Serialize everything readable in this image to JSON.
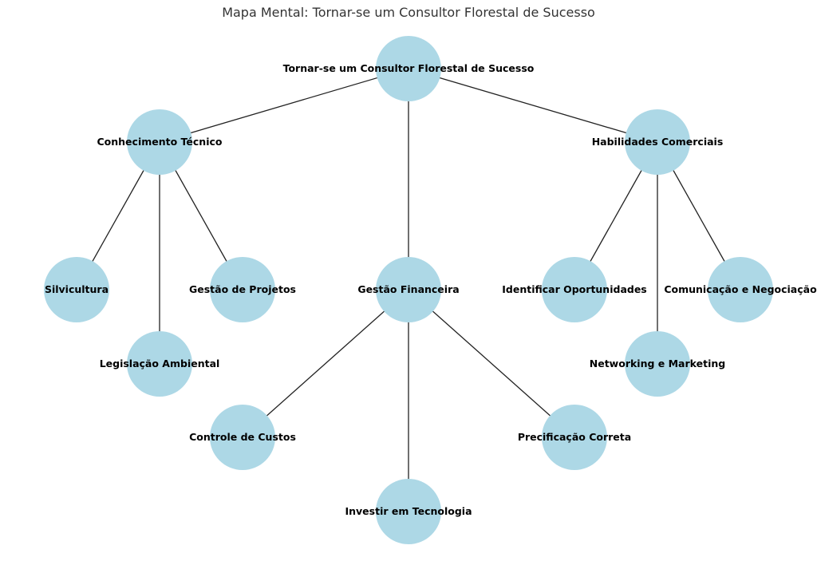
{
  "title": "Mapa Mental: Tornar-se um Consultor Florestal de Sucesso",
  "colors": {
    "node_fill": "#add8e6",
    "edge": "#222222",
    "text": "#000000"
  },
  "nodes": {
    "root": "Tornar-se um Consultor Florestal de Sucesso",
    "conhecimento": "Conhecimento Técnico",
    "financeira": "Gestão Financeira",
    "comerciais": "Habilidades Comerciais",
    "silvicultura": "Silvicultura",
    "legislacao": "Legislação Ambiental",
    "projetos": "Gestão de Projetos",
    "custos": "Controle de Custos",
    "tecnologia": "Investir em Tecnologia",
    "precificacao": "Precificação Correta",
    "oportunidades": "Identificar Oportunidades",
    "networking": "Networking e Marketing",
    "comunicacao": "Comunicação e Negociação"
  },
  "edges": [
    [
      "root",
      "conhecimento"
    ],
    [
      "root",
      "financeira"
    ],
    [
      "root",
      "comerciais"
    ],
    [
      "conhecimento",
      "silvicultura"
    ],
    [
      "conhecimento",
      "legislacao"
    ],
    [
      "conhecimento",
      "projetos"
    ],
    [
      "financeira",
      "custos"
    ],
    [
      "financeira",
      "tecnologia"
    ],
    [
      "financeira",
      "precificacao"
    ],
    [
      "comerciais",
      "oportunidades"
    ],
    [
      "comerciais",
      "networking"
    ],
    [
      "comerciais",
      "comunicacao"
    ]
  ]
}
